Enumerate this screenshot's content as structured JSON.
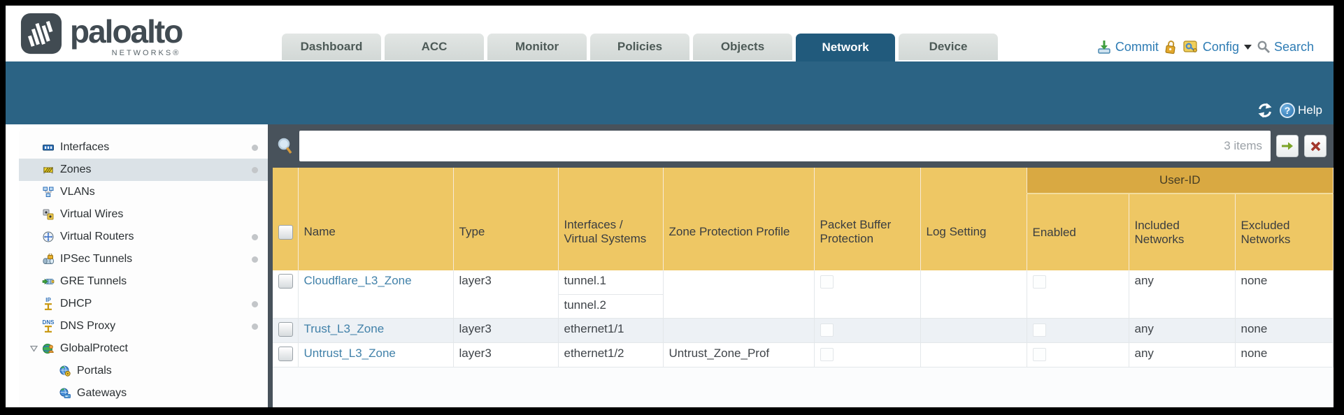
{
  "header": {
    "logo": {
      "brand": "paloalto",
      "sub": "NETWORKS®"
    },
    "tabs": [
      {
        "label": "Dashboard",
        "active": false
      },
      {
        "label": "ACC",
        "active": false
      },
      {
        "label": "Monitor",
        "active": false
      },
      {
        "label": "Policies",
        "active": false
      },
      {
        "label": "Objects",
        "active": false
      },
      {
        "label": "Network",
        "active": true
      },
      {
        "label": "Device",
        "active": false
      }
    ],
    "actions": {
      "commit": "Commit",
      "config": "Config",
      "search": "Search"
    }
  },
  "banner": {
    "help_label": "Help",
    "help_glyph": "?"
  },
  "sidebar": {
    "items": [
      {
        "label": "Interfaces",
        "icon": "interfaces-icon",
        "dot": true,
        "selected": false
      },
      {
        "label": "Zones",
        "icon": "zones-icon",
        "dot": true,
        "selected": true
      },
      {
        "label": "VLANs",
        "icon": "vlans-icon",
        "dot": false,
        "selected": false
      },
      {
        "label": "Virtual Wires",
        "icon": "virtual-wires-icon",
        "dot": false,
        "selected": false
      },
      {
        "label": "Virtual Routers",
        "icon": "virtual-routers-icon",
        "dot": true,
        "selected": false
      },
      {
        "label": "IPSec Tunnels",
        "icon": "ipsec-tunnels-icon",
        "dot": true,
        "selected": false
      },
      {
        "label": "GRE Tunnels",
        "icon": "gre-tunnels-icon",
        "dot": false,
        "selected": false
      },
      {
        "label": "DHCP",
        "icon": "dhcp-icon",
        "icon_text": "IP",
        "dot": true,
        "selected": false
      },
      {
        "label": "DNS Proxy",
        "icon": "dns-proxy-icon",
        "icon_text": "DNS",
        "dot": true,
        "selected": false
      },
      {
        "label": "GlobalProtect",
        "icon": "globalprotect-icon",
        "expanded": true,
        "dot": false,
        "selected": false
      },
      {
        "label": "Portals",
        "icon": "portals-icon",
        "child": true,
        "dot": false,
        "selected": false
      },
      {
        "label": "Gateways",
        "icon": "gateways-icon",
        "child": true,
        "dot": false,
        "selected": false
      }
    ]
  },
  "toolbar": {
    "items_count": "3 items",
    "search_value": ""
  },
  "table": {
    "columns": {
      "name": "Name",
      "type": "Type",
      "interfaces": "Interfaces / Virtual Systems",
      "zone_protection": "Zone Protection Profile",
      "packet_buffer": "Packet Buffer Protection",
      "log_setting": "Log Setting",
      "user_id_group": "User-ID",
      "enabled": "Enabled",
      "included": "Included Networks",
      "excluded": "Excluded Networks"
    },
    "rows": [
      {
        "name": "Cloudflare_L3_Zone",
        "type": "layer3",
        "interfaces": [
          "tunnel.1",
          "tunnel.2"
        ],
        "zone_protection": "",
        "log_setting": "",
        "included": "any",
        "excluded": "none"
      },
      {
        "name": "Trust_L3_Zone",
        "type": "layer3",
        "interfaces": [
          "ethernet1/1"
        ],
        "zone_protection": "",
        "log_setting": "",
        "included": "any",
        "excluded": "none"
      },
      {
        "name": "Untrust_L3_Zone",
        "type": "layer3",
        "interfaces": [
          "ethernet1/2"
        ],
        "zone_protection": "Untrust_Zone_Prof",
        "log_setting": "",
        "included": "any",
        "excluded": "none"
      }
    ]
  },
  "colors": {
    "teal_band": "#2b6384",
    "active_tab": "#215a7c",
    "gold_header": "#eec764",
    "gold_group": "#d9a942",
    "strip_grey": "#48525b",
    "link_blue": "#4181a9",
    "action_blue": "#2e7cb4",
    "selected_row": "#dbe2e7"
  }
}
